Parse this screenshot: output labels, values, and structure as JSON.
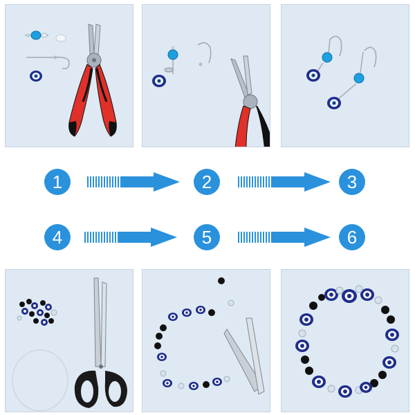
{
  "colors": {
    "step_blue": "#2a91dc",
    "panel_background": "#dfe9f4",
    "bead_navy": "#1f2e8c",
    "bead_black": "#111111",
    "crystal_blue": "#1ea0e0",
    "plier_red": "#e0302a"
  },
  "steps": [
    {
      "number": "1"
    },
    {
      "number": "2"
    },
    {
      "number": "3"
    },
    {
      "number": "4"
    },
    {
      "number": "5"
    },
    {
      "number": "6"
    }
  ],
  "icons": {
    "tool_1": "pliers-icon",
    "tool_2": "scissors-icon",
    "arrow": "arrow-right-icon"
  }
}
